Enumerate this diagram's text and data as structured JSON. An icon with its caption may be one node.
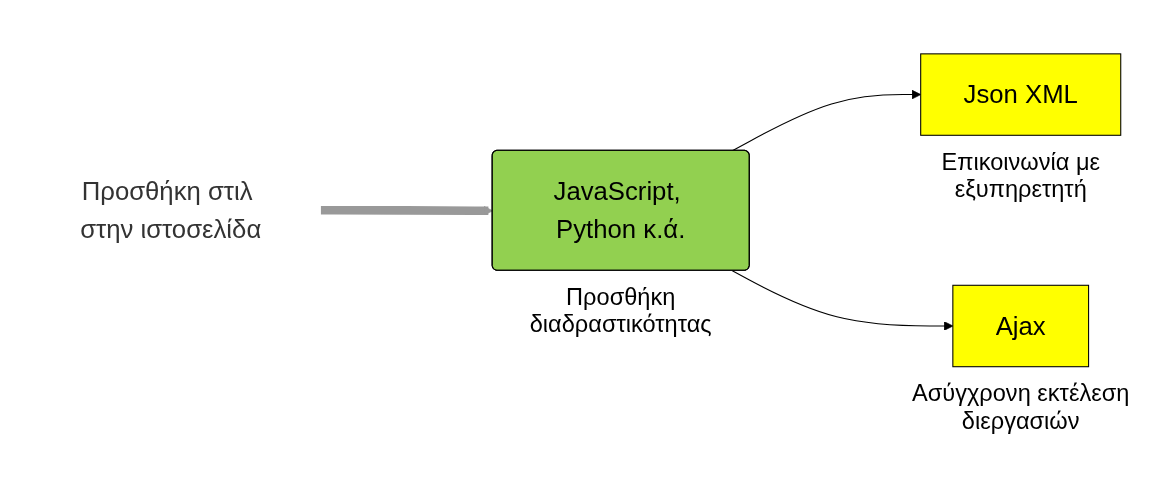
{
  "diagram": {
    "nodes": [
      {
        "text": [
          "Προσθήκη στιλ στην ιστοσελίδα"
        ]
      },
      {
        "text": [
          "JavaScript, Python κ.ά."
        ],
        "beside": [
          "Προσθήκη διαδραστικότητας"
        ]
      },
      {
        "text": [
          "Json XML"
        ],
        "beside": [
          "Επικοινωνία με εξυπηρετητή"
        ]
      },
      {
        "text": [
          "Ajax"
        ],
        "beside": [
          "Ασύγχρονη εκτέλεση διεργασιών"
        ]
      }
    ],
    "edges": [
      {
        "from": 0,
        "to": 1,
        "arrow": "to",
        "style": "thick",
        "color": "#999999"
      },
      {
        "from": 1,
        "to": 2,
        "arrow": "to"
      },
      {
        "from": 1,
        "to": 3,
        "arrow": "to"
      }
    ]
  }
}
